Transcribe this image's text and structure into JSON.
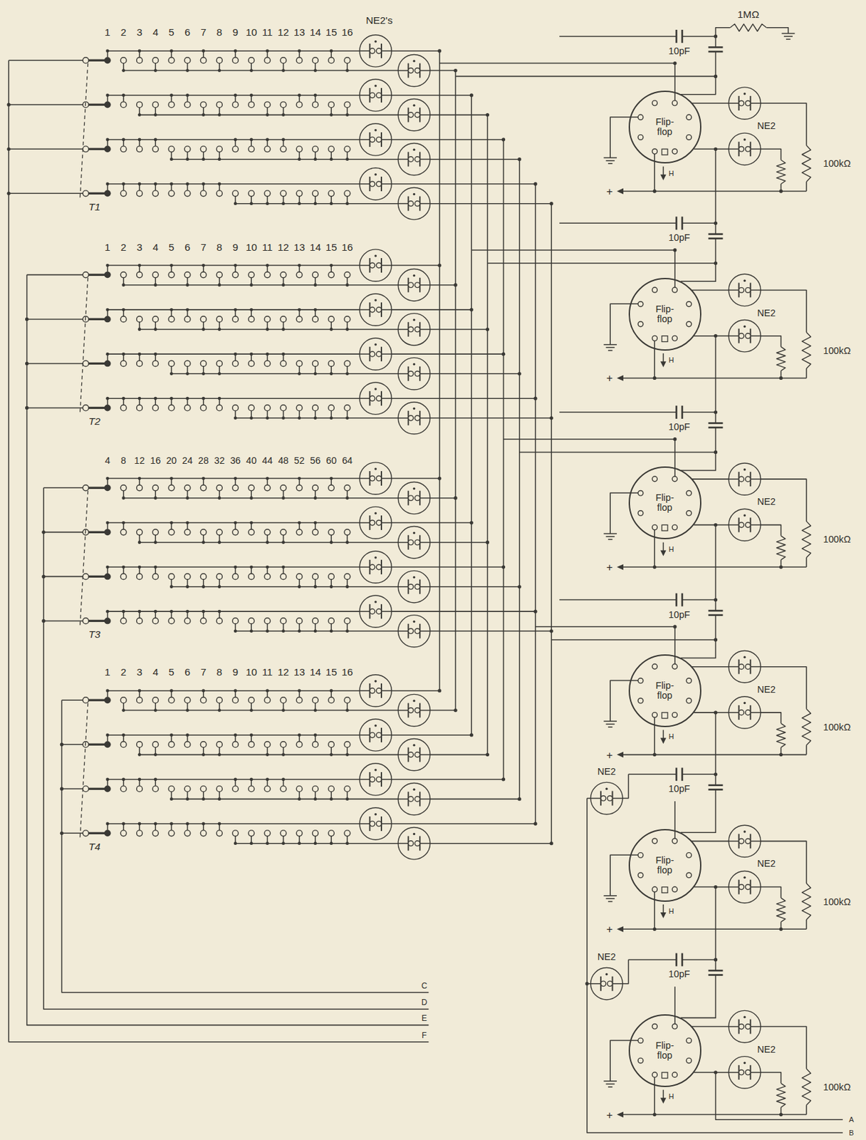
{
  "diagram": {
    "nodes": [
      {
        "text": [
          "Flip- flop"
        ]
      },
      {
        "text": [
          "Flip- flop"
        ]
      },
      {
        "text": [
          "Flip- flop"
        ]
      },
      {
        "text": [
          "Flip- flop"
        ]
      },
      {
        "text": [
          "Flip- flop"
        ]
      },
      {
        "text": [
          "Flip- flop"
        ]
      }
    ],
    "edges": [
      {
        "from": 0,
        "to": 1,
        "arrow": "none"
      },
      {
        "from": 1,
        "to": 2,
        "arrow": "none"
      },
      {
        "from": 2,
        "to": 3,
        "arrow": "none"
      },
      {
        "from": 3,
        "to": 4,
        "arrow": "none"
      },
      {
        "from": 4,
        "to": 5,
        "arrow": "none"
      }
    ],
    "labels": [
      "NE2's",
      "1",
      "2",
      "3",
      "4",
      "5",
      "6",
      "7",
      "8",
      "9",
      "10",
      "11",
      "12",
      "13",
      "14",
      "15",
      "16",
      "T1",
      "1",
      "2",
      "3",
      "4",
      "5",
      "6",
      "7",
      "8",
      "9",
      "10",
      "11",
      "12",
      "13",
      "14",
      "15",
      "16",
      "T2",
      "4",
      "8",
      "12",
      "16",
      "20",
      "24",
      "28",
      "32",
      "36",
      "40",
      "44",
      "48",
      "52",
      "56",
      "60",
      "64",
      "T3",
      "1",
      "2",
      "3",
      "4",
      "5",
      "6",
      "7",
      "8",
      "9",
      "10",
      "11",
      "12",
      "13",
      "14",
      "15",
      "16",
      "T4",
      "C",
      "D",
      "E",
      "F",
      "1MΩ",
      "10pF",
      "NE2",
      "100kΩ",
      "+",
      "H",
      "10pF",
      "NE2",
      "100kΩ",
      "+",
      "H",
      "10pF",
      "NE2",
      "100kΩ",
      "+",
      "H",
      "10pF",
      "NE2",
      "100kΩ",
      "+",
      "H",
      "10pF",
      "NE2",
      "100kΩ",
      "+",
      "H",
      "10pF",
      "NE2",
      "100kΩ",
      "+",
      "H",
      "NE2",
      "NE2",
      "A",
      "B"
    ]
  }
}
